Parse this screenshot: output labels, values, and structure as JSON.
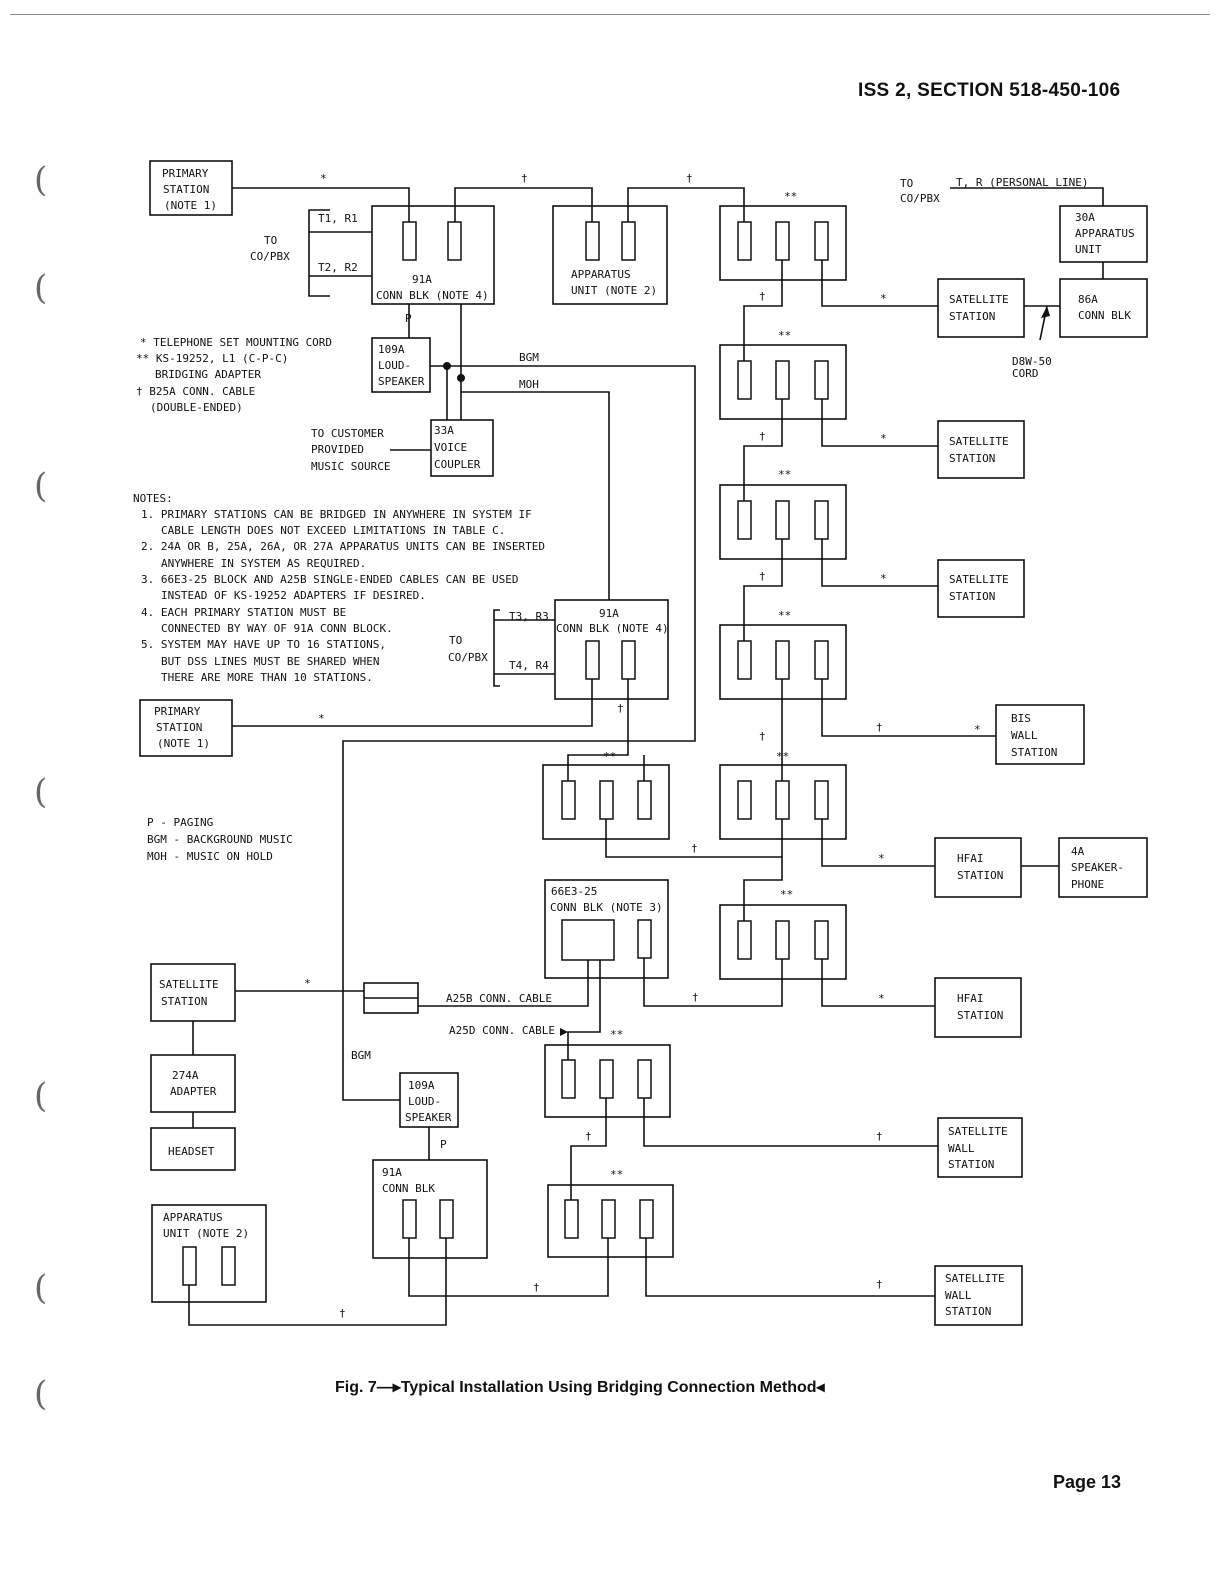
{
  "header": {
    "section": "ISS 2, SECTION 518-450-106"
  },
  "page_number": "Page 13",
  "caption": "Fig. 7—▸Typical Installation Using Bridging Connection Method◂",
  "legend": [
    "* TELEPHONE SET MOUNTING CORD",
    "** KS-19252, L1 (C-P-C)",
    "BRIDGING ADAPTER",
    "† B25A CONN. CABLE",
    "(DOUBLE-ENDED)"
  ],
  "notes": {
    "heading": "NOTES:",
    "lines": [
      "1. PRIMARY STATIONS CAN BE BRIDGED IN ANYWHERE IN SYSTEM IF",
      "CABLE LENGTH DOES NOT EXCEED LIMITATIONS IN TABLE C.",
      "2. 24A OR B, 25A, 26A, OR 27A APPARATUS UNITS CAN BE INSERTED",
      "ANYWHERE IN SYSTEM AS REQUIRED.",
      "3. 66E3-25 BLOCK AND A25B SINGLE-ENDED CABLES CAN BE USED",
      "INSTEAD OF KS-19252 ADAPTERS IF DESIRED.",
      "4. EACH PRIMARY STATION MUST BE",
      "CONNECTED BY WAY OF 91A CONN BLOCK.",
      "5. SYSTEM MAY HAVE UP TO 16 STATIONS,",
      "BUT DSS LINES MUST BE SHARED WHEN",
      "THERE ARE MORE THAN 10 STATIONS."
    ]
  },
  "abbreviations": [
    "P - PAGING",
    "BGM - BACKGROUND MUSIC",
    "MOH - MUSIC ON HOLD"
  ],
  "diagram": {
    "primary_station": [
      "PRIMARY",
      "STATION",
      "(NOTE 1)"
    ],
    "t1r1": "T1, R1",
    "t2r2": "T2, R2",
    "t3r3": "T3, R3",
    "t4r4": "T4, R4",
    "to_co_pbx": [
      "TO",
      "CO/PBX"
    ],
    "conn_91a": "91A",
    "conn_blk_note4": "CONN BLK (NOTE 4)",
    "conn_blk": "CONN BLK",
    "apparatus_unit_note2": [
      "APPARATUS",
      "UNIT (NOTE 2)"
    ],
    "apparatus_unit_note2_b": [
      "APPARATUS",
      "UNIT (NOTE 2)"
    ],
    "loudspeaker_109a": [
      "109A",
      "LOUD-",
      "SPEAKER"
    ],
    "voice_coupler": [
      "33A",
      "VOICE",
      "COUPLER"
    ],
    "music_source": [
      "TO CUSTOMER",
      "PROVIDED",
      "MUSIC SOURCE"
    ],
    "p": "P",
    "bgm": "BGM",
    "moh": "MOH",
    "personal_line": "T, R (PERSONAL LINE)",
    "apparatus_30a": [
      "30A",
      "APPARATUS",
      "UNIT"
    ],
    "conn_86a": [
      "86A",
      "CONN BLK"
    ],
    "d8w_cord": [
      "D8W-50",
      "CORD"
    ],
    "satellite_station": [
      "SATELLITE",
      "STATION"
    ],
    "bis_wall_station": [
      "BIS",
      "WALL",
      "STATION"
    ],
    "hfai_station": [
      "HFAI",
      "STATION"
    ],
    "speakerphone_4a": [
      "4A",
      "SPEAKER-",
      "PHONE"
    ],
    "block_66e3": [
      "66E3-25",
      "CONN BLK (NOTE 3)"
    ],
    "a25b_cable": "A25B CONN. CABLE",
    "a25d_cable": "A25D CONN. CABLE",
    "adapter_274a": [
      "274A",
      "ADAPTER"
    ],
    "headset": "HEADSET",
    "satellite_wall_station": [
      "SATELLITE",
      "WALL",
      "STATION"
    ],
    "sym_star": "*",
    "sym_double_star": "**",
    "sym_dagger": "†"
  }
}
